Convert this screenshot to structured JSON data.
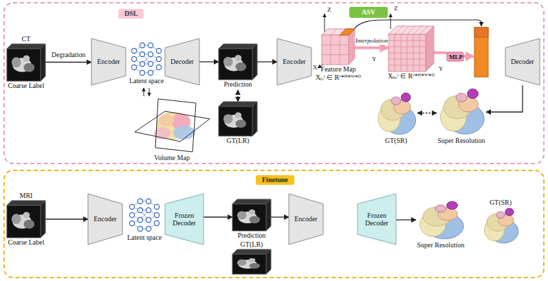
{
  "diagram": {
    "nodes": [
      {
        "text": [
          "DSL"
        ]
      },
      {
        "text": [
          "ASV"
        ],
        "in": 0
      },
      {
        "text": [
          "CT",
          "Coarse Label"
        ],
        "in": 0
      },
      {
        "text": [
          "Encoder"
        ],
        "in": 0
      },
      {
        "text": [
          "Decoder"
        ],
        "in": 0
      },
      {
        "text": [
          "Prediction"
        ],
        "in": 0
      },
      {
        "text": [
          "GT(LR)"
        ],
        "in": 0
      },
      {
        "text": [
          "Encoder"
        ],
        "in": 0
      },
      {
        "text": [
          "Feature Map",
          "Xₗᵣⁱ ∈ Rᶜ*ᴴ*ᵂ*ᴰ"
        ],
        "in": 0
      },
      {
        "text": [
          "Xₕᵣⁱ ∈ Rᶜ*ᴴ*ᵂ*ᴰ"
        ],
        "in": 0
      },
      {
        "text": [
          "MLP"
        ],
        "in": 0
      },
      {
        "text": [
          "Decoder"
        ],
        "in": 0
      },
      {
        "text": [
          "Super Resolution"
        ],
        "in": 0
      },
      {
        "text": [
          "GT(SR)"
        ],
        "in": 0
      },
      {
        "text": [
          "Finetune"
        ]
      },
      {
        "text": [
          "MRI",
          "Coarse Label"
        ],
        "in": 14
      },
      {
        "text": [
          "Encoder"
        ],
        "in": 14
      },
      {
        "text": [
          "Frozen Decoder"
        ],
        "in": 14
      },
      {
        "text": [
          "Prediction"
        ],
        "in": 14
      },
      {
        "text": [
          "GT(LR)"
        ],
        "in": 14
      },
      {
        "text": [
          "Encoder"
        ],
        "in": 14
      },
      {
        "text": [
          "Frozen Decoder"
        ],
        "in": 14
      },
      {
        "text": [
          "Super Resolution"
        ],
        "in": 14
      },
      {
        "text": [
          "GT(SR)"
        ],
        "in": 14
      }
    ],
    "edges": [
      {
        "from": 2,
        "to": 3,
        "arrow": "to",
        "label": "Degradation"
      },
      {
        "from": 4,
        "to": 5,
        "arrow": "to"
      },
      {
        "from": 5,
        "to": 7,
        "arrow": "to"
      },
      {
        "from": 5,
        "to": 6,
        "arrow": "both"
      },
      {
        "from": 8,
        "to": 9,
        "arrow": "to",
        "label": "Interpolation"
      },
      {
        "from": 9,
        "to": 10,
        "arrow": "none"
      },
      {
        "from": 11,
        "to": 12,
        "arrow": "to"
      },
      {
        "from": 12,
        "to": 13,
        "arrow": "both"
      },
      {
        "from": 15,
        "to": 16,
        "arrow": "to"
      },
      {
        "from": 17,
        "to": 18,
        "arrow": "to"
      },
      {
        "from": 18,
        "to": 20,
        "arrow": "to"
      },
      {
        "from": 21,
        "to": 22,
        "arrow": "to"
      }
    ],
    "labels": [
      "Latent space",
      "Volume Map",
      "Z",
      "X",
      "Y",
      "Z",
      "Y",
      "Latent space"
    ]
  }
}
